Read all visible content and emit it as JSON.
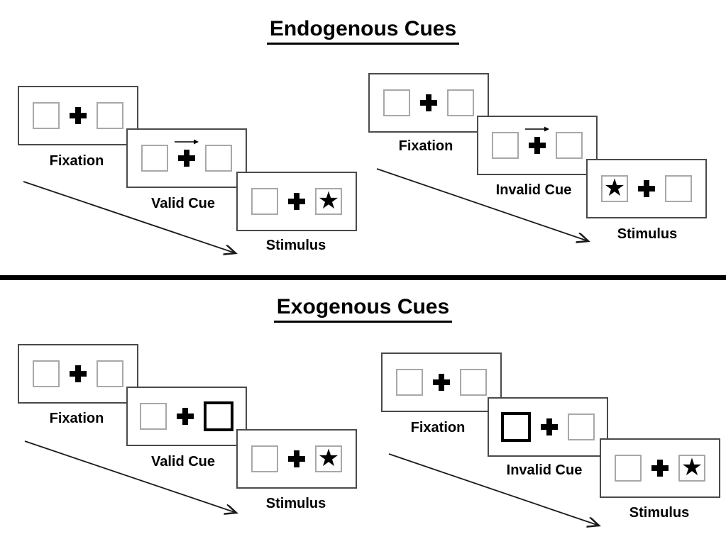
{
  "star_glyph": "★",
  "colors": {
    "ink": "#000000",
    "panel_border": "#4a4a4a",
    "box_border": "#a8a8a8"
  },
  "sections": [
    {
      "title": "Endogenous Cues",
      "trials": [
        {
          "name": "valid-trial",
          "panels": [
            {
              "label": "Fixation",
              "boxes": [
                "empty",
                "empty"
              ],
              "central_cue": false
            },
            {
              "label": "Valid Cue",
              "boxes": [
                "empty",
                "empty"
              ],
              "central_cue": true
            },
            {
              "label": "Stimulus",
              "boxes": [
                "empty",
                "star"
              ],
              "central_cue": false
            }
          ]
        },
        {
          "name": "invalid-trial",
          "panels": [
            {
              "label": "Fixation",
              "boxes": [
                "empty",
                "empty"
              ],
              "central_cue": false
            },
            {
              "label": "Invalid Cue",
              "boxes": [
                "empty",
                "empty"
              ],
              "central_cue": true
            },
            {
              "label": "Stimulus",
              "boxes": [
                "star",
                "empty"
              ],
              "central_cue": false
            }
          ]
        }
      ]
    },
    {
      "title": "Exogenous Cues",
      "trials": [
        {
          "name": "valid-trial",
          "panels": [
            {
              "label": "Fixation",
              "boxes": [
                "empty",
                "empty"
              ],
              "central_cue": false
            },
            {
              "label": "Valid Cue",
              "boxes": [
                "empty",
                "highlight"
              ],
              "central_cue": false
            },
            {
              "label": "Stimulus",
              "boxes": [
                "empty",
                "star"
              ],
              "central_cue": false
            }
          ]
        },
        {
          "name": "invalid-trial",
          "panels": [
            {
              "label": "Fixation",
              "boxes": [
                "empty",
                "empty"
              ],
              "central_cue": false
            },
            {
              "label": "Invalid Cue",
              "boxes": [
                "highlight",
                "empty"
              ],
              "central_cue": false
            },
            {
              "label": "Stimulus",
              "boxes": [
                "empty",
                "star"
              ],
              "central_cue": false
            }
          ]
        }
      ]
    }
  ]
}
